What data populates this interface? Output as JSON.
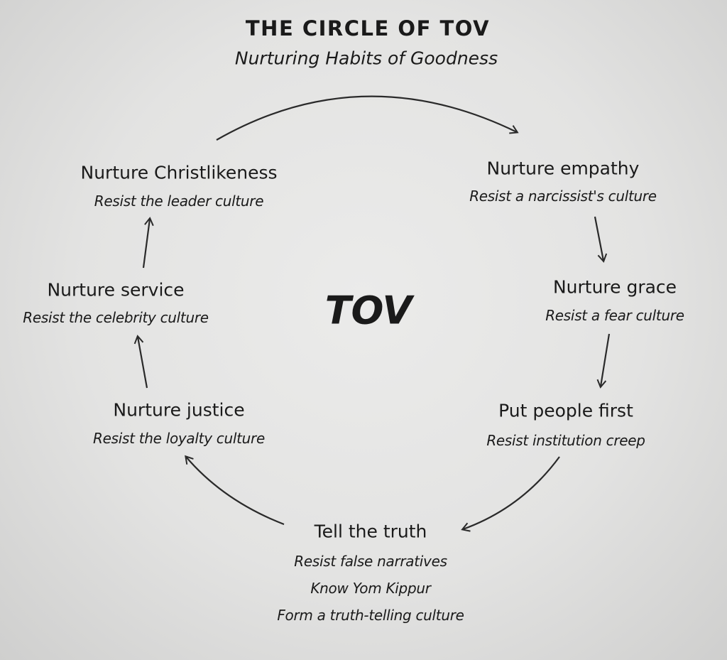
{
  "title": "THE CIRCLE OF TOV",
  "subtitle": "Nurturing Habits of Goodness",
  "center_label": "TOV",
  "nodes": [
    {
      "label": "Nurture empathy",
      "subs": [
        "Resist a narcissist's culture"
      ]
    },
    {
      "label": "Nurture grace",
      "subs": [
        "Resist a fear culture"
      ]
    },
    {
      "label": "Put people first",
      "subs": [
        "Resist institution creep"
      ]
    },
    {
      "label": "Tell the truth",
      "subs": [
        "Resist false narratives",
        "Know Yom Kippur",
        "Form a truth-telling culture"
      ]
    },
    {
      "label": "Nurture justice",
      "subs": [
        "Resist the loyalty culture"
      ]
    },
    {
      "label": "Nurture service",
      "subs": [
        "Resist the celebrity culture"
      ]
    },
    {
      "label": "Nurture Christlikeness",
      "subs": [
        "Resist the leader culture"
      ]
    }
  ]
}
